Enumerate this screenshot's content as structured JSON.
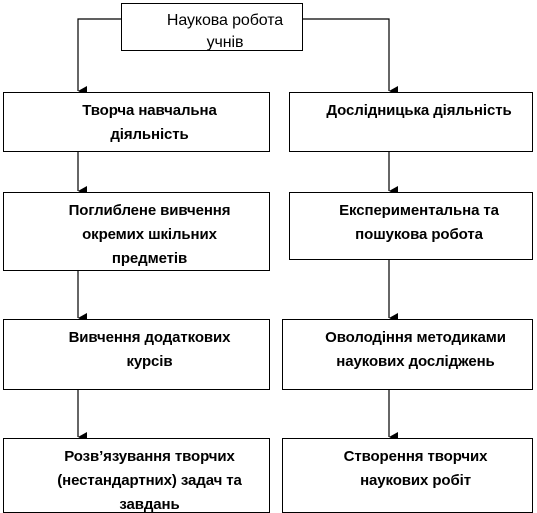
{
  "root": {
    "line1": "Наукова робота",
    "line2": "учнів"
  },
  "left": [
    {
      "line1": "Творча навчальна",
      "line2": "діяльність"
    },
    {
      "line1": "Поглиблене вивчення",
      "line2": "окремих шкільних",
      "line3": "предметів"
    },
    {
      "line1": "Вивчення додаткових",
      "line2": "курсів"
    },
    {
      "line1": "Розв’язування творчих",
      "line2": "(нестандартних) задач та",
      "line3": "завдань"
    }
  ],
  "right": [
    {
      "line1": "Дослідницька діяльність"
    },
    {
      "line1": "Експериментальна та",
      "line2": "пошукова робота"
    },
    {
      "line1": "Оволодіння методиками",
      "line2": "наукових досліджень"
    },
    {
      "line1": "Створення творчих",
      "line2": "наукових робіт"
    }
  ],
  "colors": {
    "stroke": "#000000",
    "fill": "#ffffff",
    "text": "#000000"
  }
}
